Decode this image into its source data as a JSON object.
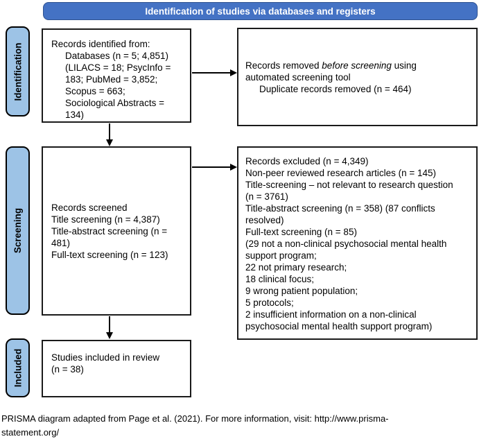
{
  "colors": {
    "header_bg": "#4472C4",
    "header_text": "#FFFFFF",
    "side_label_bg": "#9DC3E6",
    "box_border": "#1A1A1A",
    "arrow": "#000000"
  },
  "header": {
    "title": "Identification of studies via databases and registers"
  },
  "side_labels": {
    "identification": "Identification",
    "screening": "Screening",
    "included": "Included"
  },
  "boxes": {
    "identified": {
      "lines": [
        {
          "text": "Records identified from:"
        },
        {
          "text": "Databases (n = 5; 4,851)",
          "indent": true
        },
        {
          "text": "(LILACS = 18; PsycInfo =",
          "indent": true
        },
        {
          "text": "183; PubMed = 3,852;",
          "indent": true
        },
        {
          "text": "Scopus = 663;",
          "indent": true
        },
        {
          "text": "Sociological Abstracts =",
          "indent": true
        },
        {
          "text": "134)",
          "indent": true
        }
      ]
    },
    "removed": {
      "line1_pre": "Records removed ",
      "line1_italic": "before screening",
      "line1_post": " using",
      "lines": [
        {
          "text": "automated screening tool"
        },
        {
          "text": "Duplicate records removed (n = 464)",
          "indent": true
        }
      ]
    },
    "screened": {
      "lines": [
        {
          "text": "Records screened"
        },
        {
          "text": "Title screening (n = 4,387)"
        },
        {
          "text": "Title-abstract screening (n ="
        },
        {
          "text": "481)"
        },
        {
          "text": "Full-text screening (n = 123)"
        }
      ]
    },
    "excluded": {
      "lines": [
        {
          "text": "Records excluded (n = 4,349)"
        },
        {
          "text": "Non-peer reviewed research articles (n = 145)"
        },
        {
          "text": "Title-screening – not relevant to research question"
        },
        {
          "text": "(n = 3761)"
        },
        {
          "text": "Title-abstract screening (n = 358) (87 conflicts"
        },
        {
          "text": "resolved)"
        },
        {
          "text": "Full-text screening (n = 85)"
        },
        {
          "text": "(29 not a non-clinical psychosocial mental health"
        },
        {
          "text": "support program;"
        },
        {
          "text": "22 not primary research;"
        },
        {
          "text": "18 clinical focus;"
        },
        {
          "text": "9 wrong patient population;"
        },
        {
          "text": "5 protocols;"
        },
        {
          "text": "2 insufficient information on a non-clinical"
        },
        {
          "text": "psychosocial mental health support program)"
        }
      ]
    },
    "included": {
      "lines": [
        {
          "text": "Studies included in review"
        },
        {
          "text": "(n = 38)"
        }
      ]
    }
  },
  "caption": {
    "line1": "PRISMA diagram adapted from Page et al. (2021). For more information, visit: http://www.prisma-",
    "line2": "statement.org/"
  }
}
